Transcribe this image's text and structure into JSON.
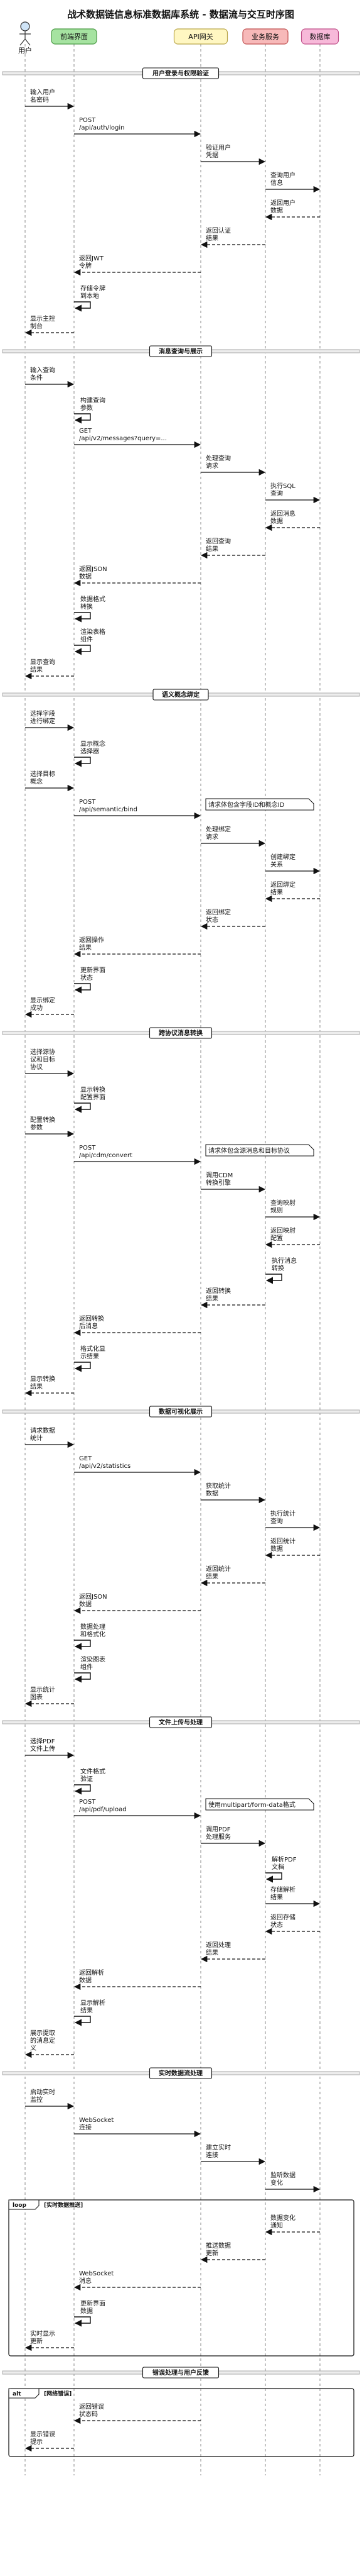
{
  "title": "战术数据链信息标准数据库系统 - 数据流与交互时序图",
  "participants": [
    {
      "id": "user",
      "label": "用户",
      "kind": "actor"
    },
    {
      "id": "fe",
      "label": "前端界面",
      "kind": "box",
      "fill": "#a6e3a1",
      "stroke": "#4a9a45"
    },
    {
      "id": "api",
      "label": "API网关",
      "kind": "box",
      "fill": "#fff7c2",
      "stroke": "#b9a64a"
    },
    {
      "id": "svc",
      "label": "业务服务",
      "kind": "box",
      "fill": "#f7b9b9",
      "stroke": "#c05050"
    },
    {
      "id": "db",
      "label": "数据库",
      "kind": "box",
      "fill": "#f7b9d9",
      "stroke": "#c0508a"
    }
  ],
  "sections": [
    {
      "title": "用户登录与权限验证",
      "steps": [
        {
          "from": "user",
          "to": "fe",
          "lines": [
            "输入用户",
            "名密码"
          ]
        },
        {
          "from": "fe",
          "to": "api",
          "lines": [
            "POST",
            "/api/auth/login"
          ]
        },
        {
          "from": "api",
          "to": "svc",
          "lines": [
            "验证用户",
            "凭据"
          ]
        },
        {
          "from": "svc",
          "to": "db",
          "lines": [
            "查询用户",
            "信息"
          ]
        },
        {
          "from": "db",
          "to": "svc",
          "lines": [
            "返回用户",
            "数据"
          ],
          "ret": true
        },
        {
          "from": "svc",
          "to": "api",
          "lines": [
            "返回认证",
            "结果"
          ],
          "ret": true
        },
        {
          "from": "api",
          "to": "fe",
          "lines": [
            "返回JWT",
            "令牌"
          ],
          "ret": true
        },
        {
          "from": "fe",
          "to": "fe",
          "lines": [
            "存储令牌",
            "到本地"
          ]
        },
        {
          "from": "fe",
          "to": "user",
          "lines": [
            "显示主控",
            "制台"
          ],
          "ret": true
        }
      ]
    },
    {
      "title": "消息查询与展示",
      "steps": [
        {
          "from": "user",
          "to": "fe",
          "lines": [
            "输入查询",
            "条件"
          ]
        },
        {
          "from": "fe",
          "to": "fe",
          "lines": [
            "构建查询",
            "参数"
          ]
        },
        {
          "from": "fe",
          "to": "api",
          "lines": [
            "GET",
            "/api/v2/messages?query=..."
          ]
        },
        {
          "from": "api",
          "to": "svc",
          "lines": [
            "处理查询",
            "请求"
          ]
        },
        {
          "from": "svc",
          "to": "db",
          "lines": [
            "执行SQL",
            "查询"
          ]
        },
        {
          "from": "db",
          "to": "svc",
          "lines": [
            "返回消息",
            "数据"
          ],
          "ret": true
        },
        {
          "from": "svc",
          "to": "api",
          "lines": [
            "返回查询",
            "结果"
          ],
          "ret": true
        },
        {
          "from": "api",
          "to": "fe",
          "lines": [
            "返回JSON",
            "数据"
          ],
          "ret": true
        },
        {
          "from": "fe",
          "to": "fe",
          "lines": [
            "数据格式",
            "转换"
          ]
        },
        {
          "from": "fe",
          "to": "fe",
          "lines": [
            "渲染表格",
            "组件"
          ]
        },
        {
          "from": "fe",
          "to": "user",
          "lines": [
            "显示查询",
            "结果"
          ],
          "ret": true
        }
      ]
    },
    {
      "title": "语义概念绑定",
      "steps": [
        {
          "from": "user",
          "to": "fe",
          "lines": [
            "选择字段",
            "进行绑定"
          ]
        },
        {
          "from": "fe",
          "to": "fe",
          "lines": [
            "显示概念",
            "选择器"
          ]
        },
        {
          "from": "user",
          "to": "fe",
          "lines": [
            "选择目标",
            "概念"
          ]
        },
        {
          "from": "fe",
          "to": "api",
          "lines": [
            "POST",
            "/api/semantic/bind"
          ],
          "note": "请求体包含字段ID和概念ID"
        },
        {
          "from": "api",
          "to": "svc",
          "lines": [
            "处理绑定",
            "请求"
          ]
        },
        {
          "from": "svc",
          "to": "db",
          "lines": [
            "创建绑定",
            "关系"
          ]
        },
        {
          "from": "db",
          "to": "svc",
          "lines": [
            "返回绑定",
            "结果"
          ],
          "ret": true
        },
        {
          "from": "svc",
          "to": "api",
          "lines": [
            "返回绑定",
            "状态"
          ],
          "ret": true
        },
        {
          "from": "api",
          "to": "fe",
          "lines": [
            "返回操作",
            "结果"
          ],
          "ret": true
        },
        {
          "from": "fe",
          "to": "fe",
          "lines": [
            "更新界面",
            "状态"
          ]
        },
        {
          "from": "fe",
          "to": "user",
          "lines": [
            "显示绑定",
            "成功"
          ],
          "ret": true
        }
      ]
    },
    {
      "title": "跨协议消息转换",
      "steps": [
        {
          "from": "user",
          "to": "fe",
          "lines": [
            "选择源协",
            "议和目标",
            "协议"
          ]
        },
        {
          "from": "fe",
          "to": "fe",
          "lines": [
            "显示转换",
            "配置界面"
          ]
        },
        {
          "from": "user",
          "to": "fe",
          "lines": [
            "配置转换",
            "参数"
          ]
        },
        {
          "from": "fe",
          "to": "api",
          "lines": [
            "POST",
            "/api/cdm/convert"
          ],
          "note": "请求体包含源消息和目标协议"
        },
        {
          "from": "api",
          "to": "svc",
          "lines": [
            "调用CDM",
            "转换引擎"
          ]
        },
        {
          "from": "svc",
          "to": "db",
          "lines": [
            "查询映射",
            "规则"
          ]
        },
        {
          "from": "db",
          "to": "svc",
          "lines": [
            "返回映射",
            "配置"
          ],
          "ret": true
        },
        {
          "from": "svc",
          "to": "svc",
          "lines": [
            "执行消息",
            "转换"
          ]
        },
        {
          "from": "svc",
          "to": "api",
          "lines": [
            "返回转换",
            "结果"
          ],
          "ret": true
        },
        {
          "from": "api",
          "to": "fe",
          "lines": [
            "返回转换",
            "后消息"
          ],
          "ret": true
        },
        {
          "from": "fe",
          "to": "fe",
          "lines": [
            "格式化显",
            "示结果"
          ]
        },
        {
          "from": "fe",
          "to": "user",
          "lines": [
            "显示转换",
            "结果"
          ],
          "ret": true
        }
      ]
    },
    {
      "title": "数据可视化展示",
      "steps": [
        {
          "from": "user",
          "to": "fe",
          "lines": [
            "请求数据",
            "统计"
          ]
        },
        {
          "from": "fe",
          "to": "api",
          "lines": [
            "GET",
            "/api/v2/statistics"
          ]
        },
        {
          "from": "api",
          "to": "svc",
          "lines": [
            "获取统计",
            "数据"
          ]
        },
        {
          "from": "svc",
          "to": "db",
          "lines": [
            "执行统计",
            "查询"
          ]
        },
        {
          "from": "db",
          "to": "svc",
          "lines": [
            "返回统计",
            "数据"
          ],
          "ret": true
        },
        {
          "from": "svc",
          "to": "api",
          "lines": [
            "返回统计",
            "结果"
          ],
          "ret": true
        },
        {
          "from": "api",
          "to": "fe",
          "lines": [
            "返回JSON",
            "数据"
          ],
          "ret": true
        },
        {
          "from": "fe",
          "to": "fe",
          "lines": [
            "数据处理",
            "和格式化"
          ]
        },
        {
          "from": "fe",
          "to": "fe",
          "lines": [
            "渲染图表",
            "组件"
          ]
        },
        {
          "from": "fe",
          "to": "user",
          "lines": [
            "显示统计",
            "图表"
          ],
          "ret": true
        }
      ]
    },
    {
      "title": "文件上传与处理",
      "steps": [
        {
          "from": "user",
          "to": "fe",
          "lines": [
            "选择PDF",
            "文件上传"
          ]
        },
        {
          "from": "fe",
          "to": "fe",
          "lines": [
            "文件格式",
            "验证"
          ]
        },
        {
          "from": "fe",
          "to": "api",
          "lines": [
            "POST",
            "/api/pdf/upload"
          ],
          "note": "使用multipart/form-data格式"
        },
        {
          "from": "api",
          "to": "svc",
          "lines": [
            "调用PDF",
            "处理服务"
          ]
        },
        {
          "from": "svc",
          "to": "svc",
          "lines": [
            "解析PDF",
            "文档"
          ]
        },
        {
          "from": "svc",
          "to": "db",
          "lines": [
            "存储解析",
            "结果"
          ]
        },
        {
          "from": "db",
          "to": "svc",
          "lines": [
            "返回存储",
            "状态"
          ],
          "ret": true
        },
        {
          "from": "svc",
          "to": "api",
          "lines": [
            "返回处理",
            "结果"
          ],
          "ret": true
        },
        {
          "from": "api",
          "to": "fe",
          "lines": [
            "返回解析",
            "数据"
          ],
          "ret": true
        },
        {
          "from": "fe",
          "to": "fe",
          "lines": [
            "显示解析",
            "结果"
          ]
        },
        {
          "from": "fe",
          "to": "user",
          "lines": [
            "展示提取",
            "的消息定",
            "义"
          ],
          "ret": true
        }
      ]
    },
    {
      "title": "实时数据流处理",
      "steps": [
        {
          "from": "user",
          "to": "fe",
          "lines": [
            "启动实时",
            "监控"
          ]
        },
        {
          "from": "fe",
          "to": "api",
          "lines": [
            "WebSocket",
            "连接"
          ]
        },
        {
          "from": "api",
          "to": "svc",
          "lines": [
            "建立实时",
            "连接"
          ]
        },
        {
          "from": "svc",
          "to": "db",
          "lines": [
            "监听数据",
            "变化"
          ]
        },
        {
          "frame": "loop",
          "label": "[实时数据推送]",
          "steps": [
            {
              "from": "db",
              "to": "svc",
              "lines": [
                "数据变化",
                "通知"
              ],
              "ret": true
            },
            {
              "from": "svc",
              "to": "api",
              "lines": [
                "推送数据",
                "更新"
              ],
              "ret": true
            },
            {
              "from": "api",
              "to": "fe",
              "lines": [
                "WebSocket",
                "消息"
              ],
              "ret": true
            },
            {
              "from": "fe",
              "to": "fe",
              "lines": [
                "更新界面",
                "数据"
              ]
            },
            {
              "from": "fe",
              "to": "user",
              "lines": [
                "实时显示",
                "更新"
              ],
              "ret": true
            }
          ]
        }
      ]
    },
    {
      "title": "错误处理与用户反馈",
      "steps": [
        {
          "frame": "alt",
          "label": "[网络错误]",
          "steps": [
            {
              "from": "api",
              "to": "fe",
              "lines": [
                "返回错误",
                "状态码"
              ],
              "ret": true
            },
            {
              "from": "fe",
              "to": "user",
              "lines": [
                "显示错误",
                "提示"
              ],
              "ret": true
            }
          ]
        }
      ]
    }
  ]
}
